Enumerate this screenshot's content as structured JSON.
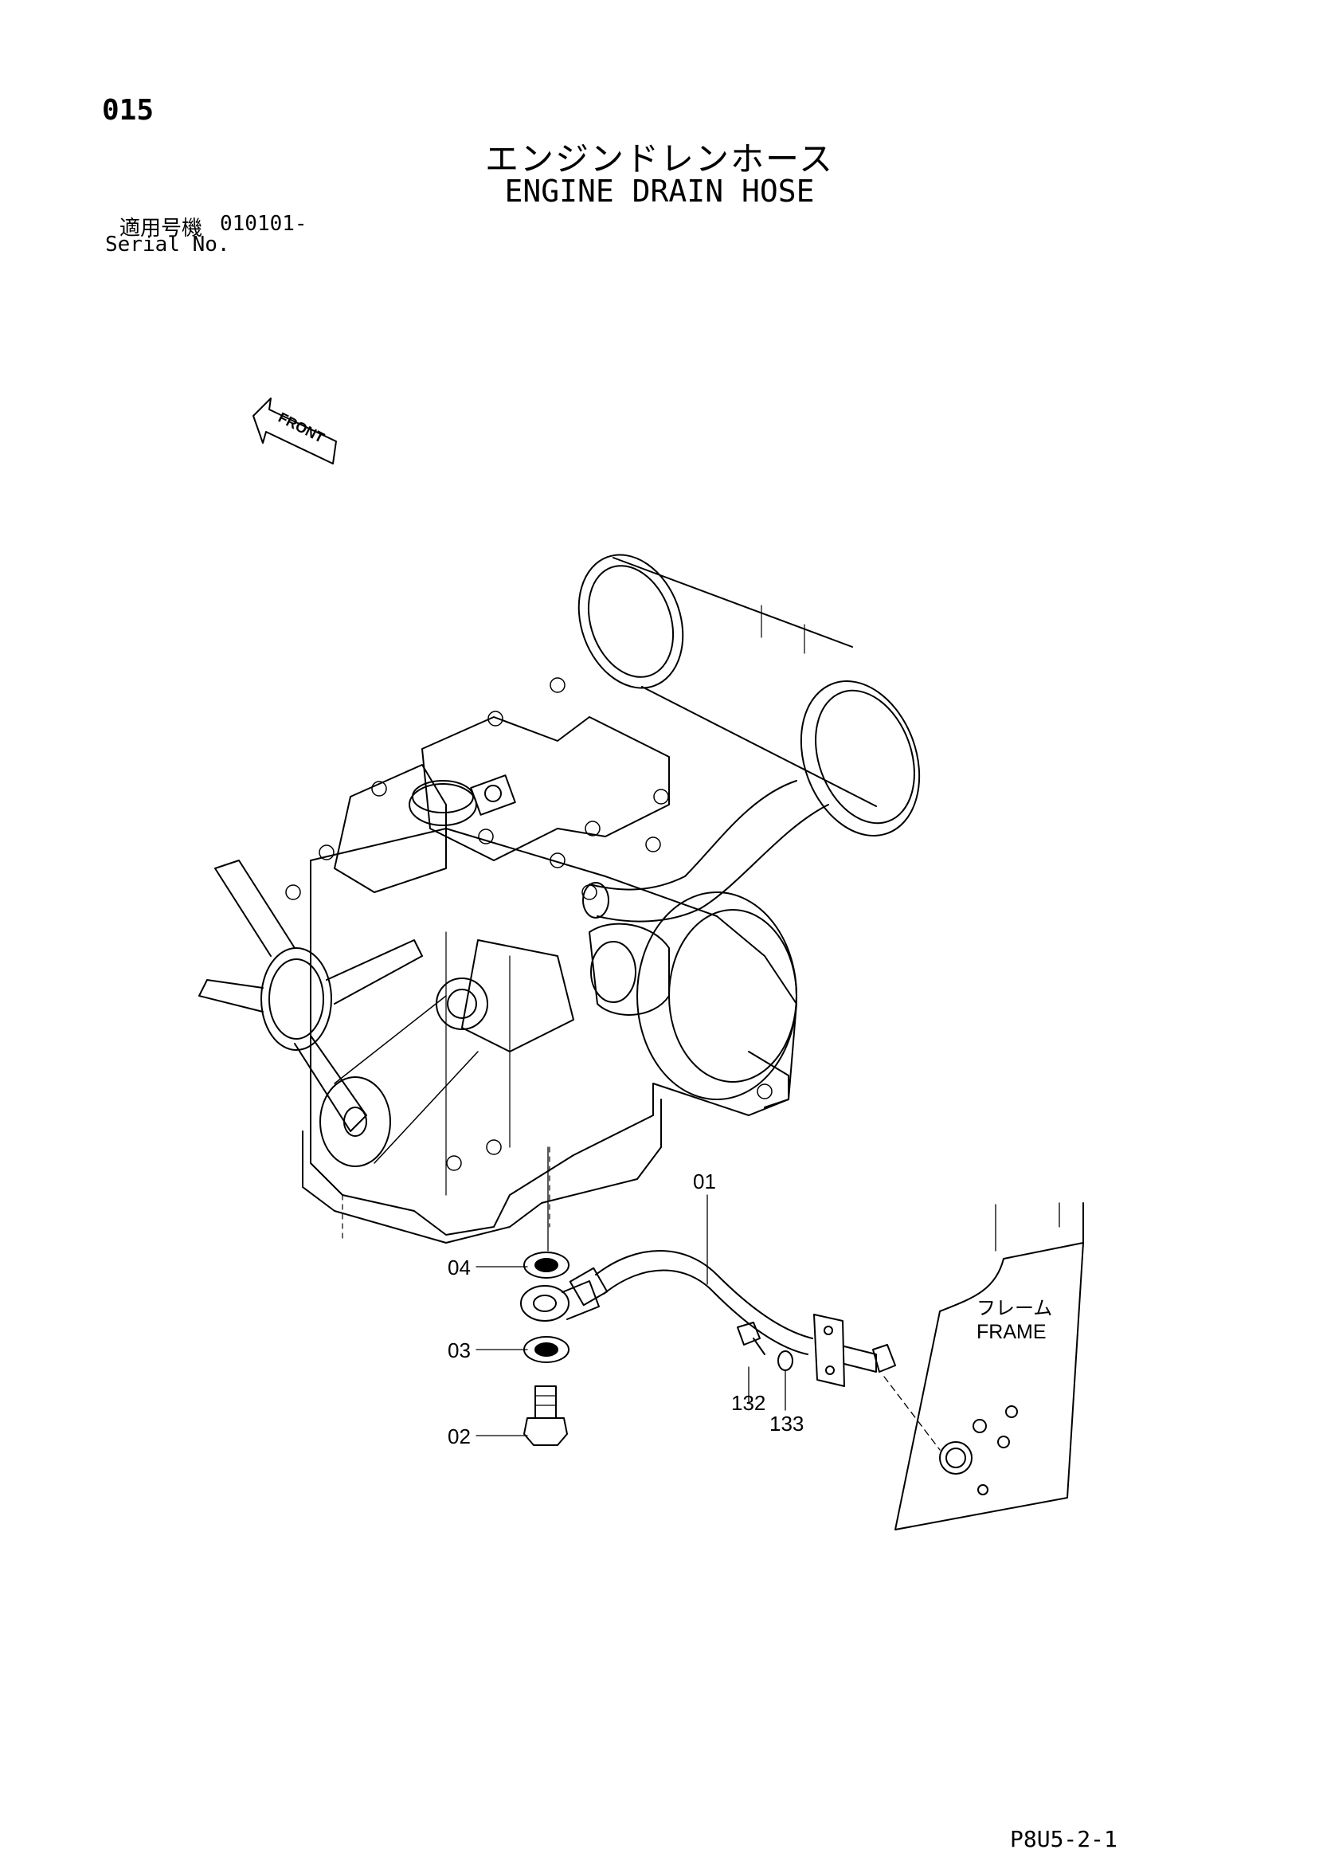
{
  "header": {
    "page_number": "015",
    "title_jp": "エンジンドレンホース",
    "title_en": "ENGINE DRAIN HOSE"
  },
  "serial": {
    "label_jp": "適用号機",
    "value": "010101-",
    "label_en": "Serial No."
  },
  "direction_marker": {
    "label": "FRONT"
  },
  "callouts": {
    "hose": "01",
    "bolt": "02",
    "washer_lower": "03",
    "washer_upper": "04",
    "screw": "132",
    "clamp_washer": "133"
  },
  "frame_label": {
    "jp": "フレーム",
    "en": "FRAME"
  },
  "footer": {
    "code": "P8U5-2-1"
  }
}
